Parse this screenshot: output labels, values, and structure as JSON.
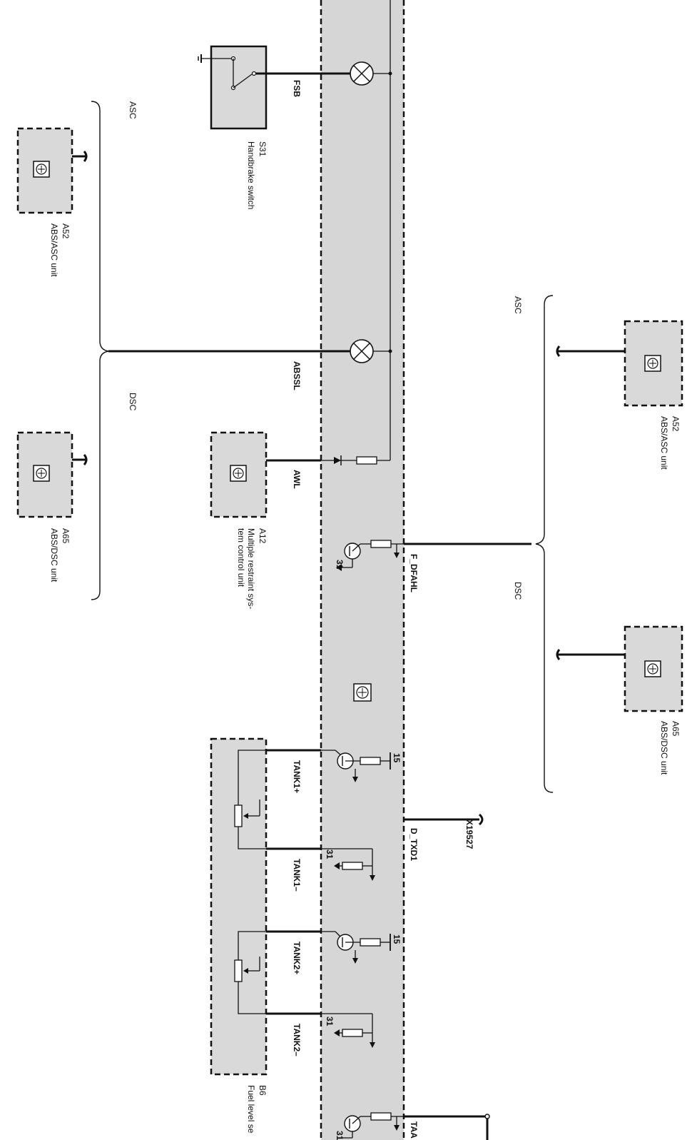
{
  "components": {
    "a52_left": {
      "id": "A52",
      "name": "ABS/ASC unit"
    },
    "a65_left": {
      "id": "A65",
      "name": "ABS/DSC unit"
    },
    "s31": {
      "id": "S31",
      "name": "Handbrake switch"
    },
    "a12": {
      "id": "A12",
      "name_line1": "Multiple restraint sys-",
      "name_line2": "tem control unit"
    },
    "a52_right": {
      "id": "A52",
      "name": "ABS/ASC unit"
    },
    "a65_right": {
      "id": "A65",
      "name": "ABS/DSC unit"
    },
    "b6": {
      "id": "B6",
      "name": "Fuel level se"
    }
  },
  "braces": {
    "left_top": "ASC",
    "left_bottom": "DSC",
    "right_top": "ASC",
    "right_bottom": "DSC"
  },
  "signals": {
    "fsb": "FSB",
    "abssl": "ABSSL",
    "awl": "AWL",
    "f_dfahl": "F_DFAHL",
    "tank1_plus": "TANK1+",
    "tank1_minus": "TANK1–",
    "tank2_plus": "TANK2+",
    "tank2_minus": "TANK2–",
    "d_txd1": "D_TXD1",
    "x19527": "X19527",
    "taa": "TAA"
  },
  "terminals": {
    "t15_a": "15",
    "t31_a": "31",
    "t15_b": "15",
    "t31_b": "31",
    "t31_c": "31",
    "t31_d": "31"
  }
}
